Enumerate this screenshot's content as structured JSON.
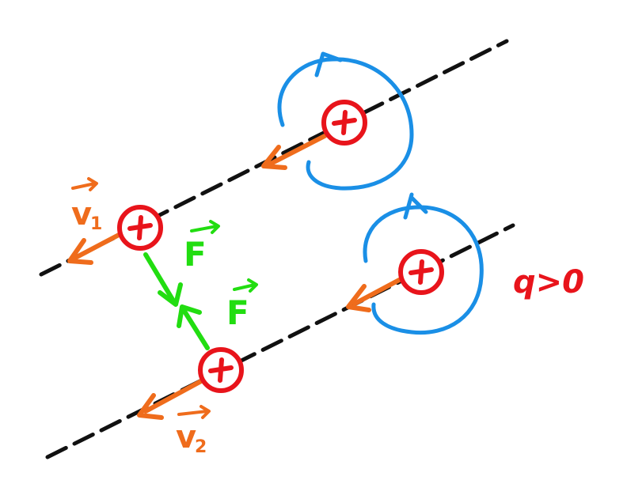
{
  "colors": {
    "line": "#111111",
    "charge": "#e8141b",
    "velocity": "#ef6c1c",
    "force": "#22dd11",
    "field": "#1a8fe6",
    "label_q": "#e8141b"
  },
  "labels": {
    "v1": "v",
    "v1_sub": "1",
    "v2": "v",
    "v2_sub": "2",
    "f_upper": "F",
    "f_lower": "F",
    "charge_sign": "+",
    "condition": "q>0"
  }
}
